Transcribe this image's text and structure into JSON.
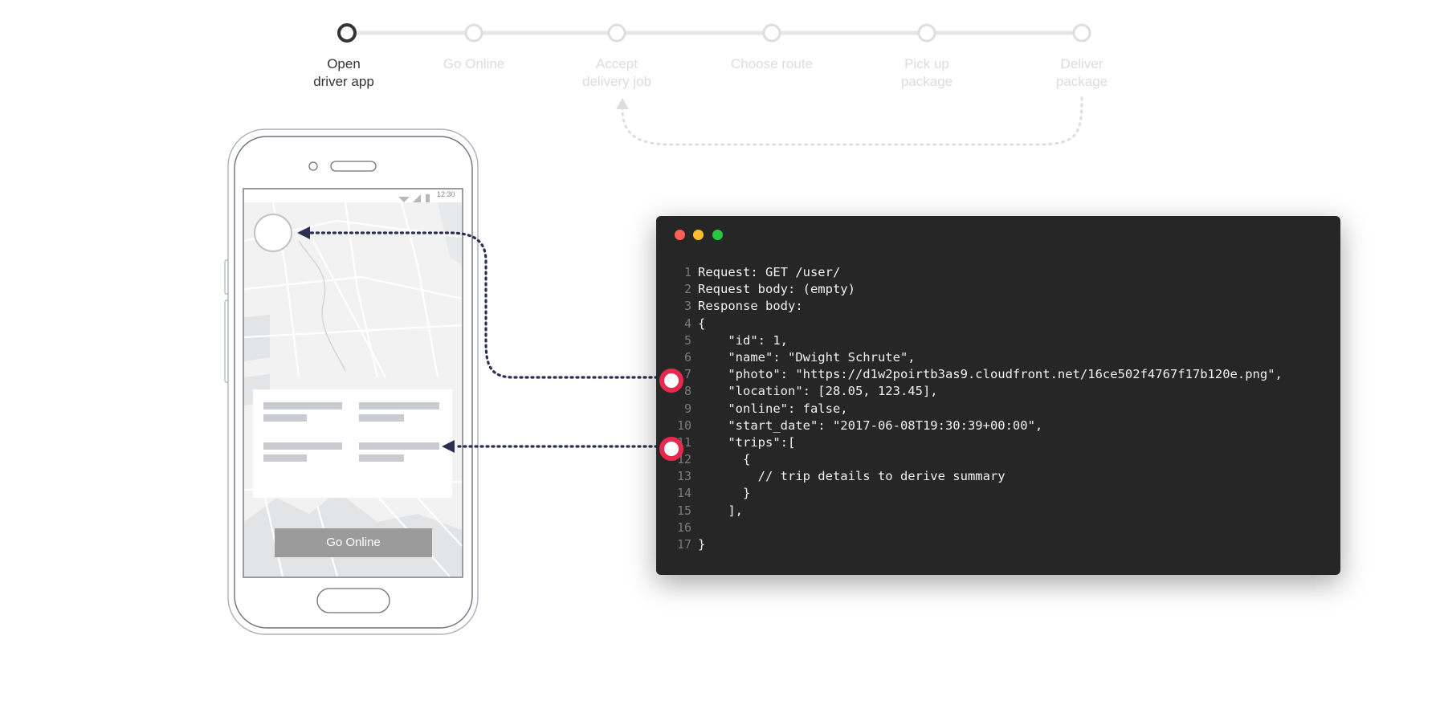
{
  "steps": [
    {
      "label_line1": "Open",
      "label_line2": "driver app",
      "active": true
    },
    {
      "label_line1": "Go Online",
      "label_line2": "",
      "active": false
    },
    {
      "label_line1": "Accept",
      "label_line2": "delivery job",
      "active": false
    },
    {
      "label_line1": "Choose route",
      "label_line2": "",
      "active": false
    },
    {
      "label_line1": "Pick up",
      "label_line2": "package",
      "active": false
    },
    {
      "label_line1": "Deliver",
      "label_line2": "package",
      "active": false
    }
  ],
  "phone": {
    "status_time": "12:30",
    "button_label": "Go Online"
  },
  "terminal": {
    "lines": [
      {
        "num": "1",
        "text": "Request: GET /user/"
      },
      {
        "num": "2",
        "text": "Request body: (empty)"
      },
      {
        "num": "3",
        "text": "Response body:"
      },
      {
        "num": "4",
        "text": "{"
      },
      {
        "num": "5",
        "text": "    \"id\": 1,"
      },
      {
        "num": "6",
        "text": "    \"name\": \"Dwight Schrute\","
      },
      {
        "num": "7",
        "text": "    \"photo\": \"https://d1w2poirtb3as9.cloudfront.net/16ce502f4767f17b120e.png\","
      },
      {
        "num": "8",
        "text": "    \"location\": [28.05, 123.45],"
      },
      {
        "num": "9",
        "text": "    \"online\": false,"
      },
      {
        "num": "10",
        "text": "    \"start_date\": \"2017-06-08T19:30:39+00:00\","
      },
      {
        "num": "11",
        "text": "    \"trips\":["
      },
      {
        "num": "12",
        "text": "      {"
      },
      {
        "num": "13",
        "text": "        // trip details to derive summary"
      },
      {
        "num": "14",
        "text": "      }"
      },
      {
        "num": "15",
        "text": "    ],"
      },
      {
        "num": "16",
        "text": ""
      },
      {
        "num": "17",
        "text": "}"
      }
    ]
  },
  "colors": {
    "active_step": "#333333",
    "inactive_step": "#dcdcdc",
    "connector": "#2b3050",
    "marker": "#e8294f",
    "terminal_bg": "#262626",
    "window_close": "#ff5f57",
    "window_minimize": "#febc2e",
    "window_maximize": "#28c840"
  }
}
